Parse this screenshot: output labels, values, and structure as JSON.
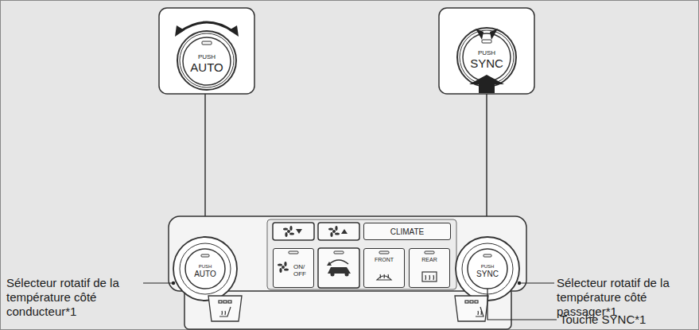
{
  "diagram": {
    "nodes": [
      {
        "text": [
          "PUSH",
          "AUTO"
        ]
      },
      {
        "text": [
          "PUSH",
          "SYNC"
        ]
      },
      {
        "text": [
          "CLIMATE"
        ]
      },
      {
        "text": [
          "PUSH",
          "AUTO"
        ]
      },
      {
        "text": [
          "ON/ OFF"
        ]
      },
      {
        "text": [
          "FRONT"
        ]
      },
      {
        "text": [
          "REAR"
        ]
      },
      {
        "text": [
          "PUSH",
          "SYNC"
        ]
      }
    ],
    "labels": [
      "Sélecteur rotatif de la température côté conducteur*1",
      "Sélecteur rotatif de la température côté passager*1",
      "Touche SYNC*1"
    ]
  }
}
